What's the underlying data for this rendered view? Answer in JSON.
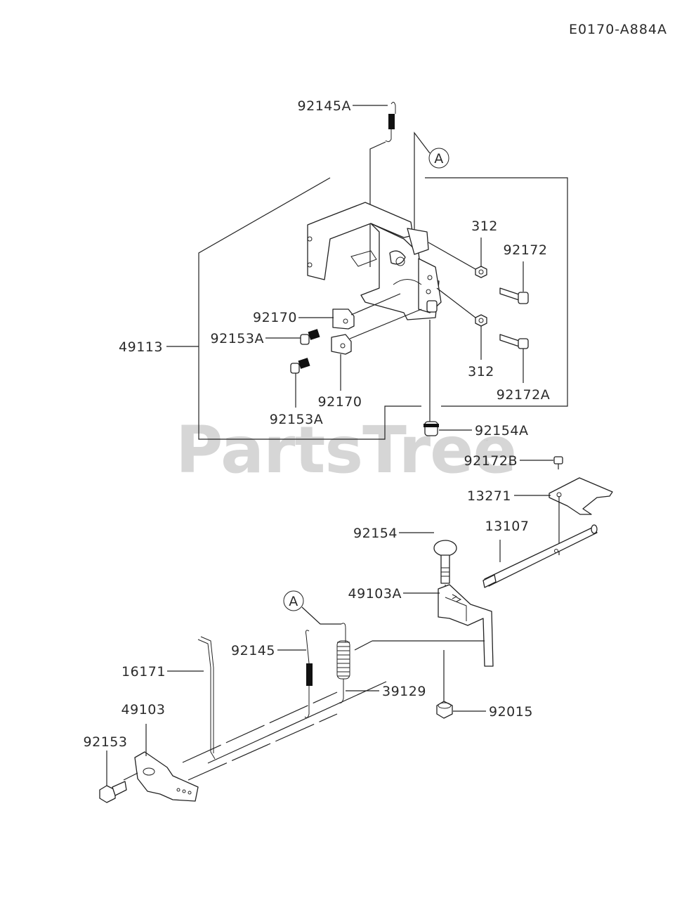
{
  "diagram": {
    "code": "E0170-A884A",
    "watermark": "PartsTree",
    "watermark_tm": "™",
    "callouts": {
      "a1": "A",
      "a2": "A"
    },
    "labels": {
      "p92145A": "92145A",
      "p312a": "312",
      "p92172": "92172",
      "p92170a": "92170",
      "p92153Aa": "92153A",
      "p49113": "49113",
      "p312b": "312",
      "p92172A": "92172A",
      "p92170b": "92170",
      "p92153Ab": "92153A",
      "p92154A": "92154A",
      "p92172B": "92172B",
      "p13271": "13271",
      "p92154": "92154",
      "p13107": "13107",
      "p49103A": "49103A",
      "p92145": "92145",
      "p16171": "16171",
      "p39129": "39129",
      "p49103": "49103",
      "p92015": "92015",
      "p92153": "92153"
    }
  }
}
